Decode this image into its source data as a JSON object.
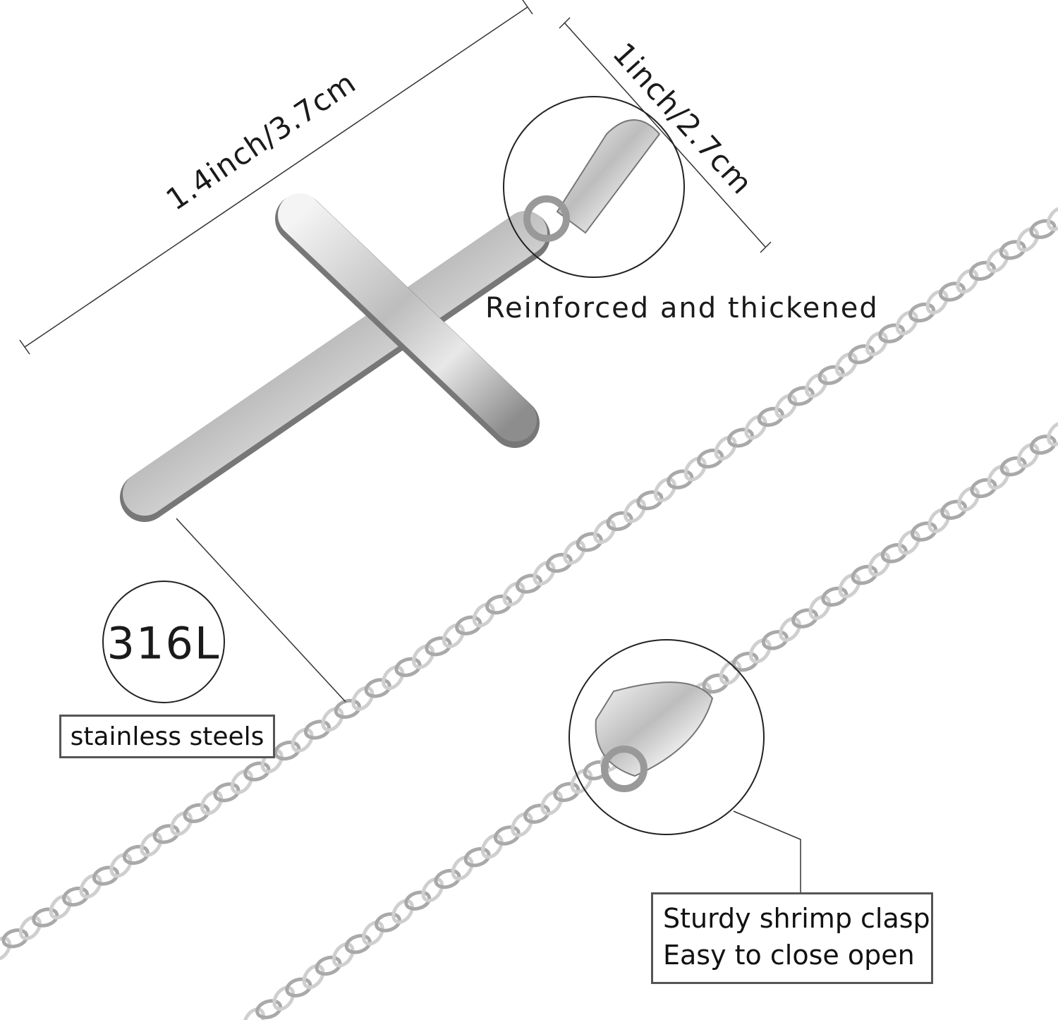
{
  "dimensions": {
    "length": "1.4inch/3.7cm",
    "width": "1inch/2.7cm"
  },
  "callouts": {
    "bail": "Reinforced and thickened",
    "material_grade": "316L",
    "material": "stainless steels",
    "clasp_line1": "Sturdy shrimp clasp",
    "clasp_line2": "Easy to close open"
  },
  "colors": {
    "metal": "#c8c8c8",
    "metal_dark": "#8a8a8a",
    "line": "#333333"
  }
}
